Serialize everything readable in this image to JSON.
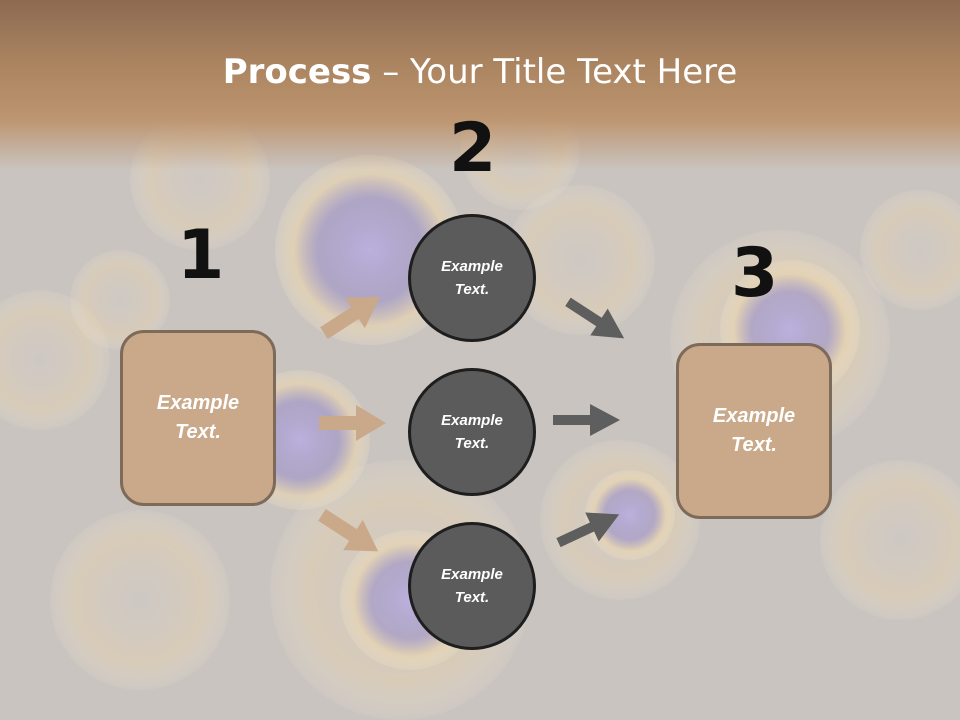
{
  "title": {
    "bold": "Process",
    "rest": " – Your Title Text Here"
  },
  "steps": [
    {
      "number": "1",
      "label": "Example Text."
    },
    {
      "number": "2"
    },
    {
      "number": "3",
      "label": "Example Text."
    }
  ],
  "circles": [
    {
      "label": "Example Text."
    },
    {
      "label": "Example Text."
    },
    {
      "label": "Example Text."
    }
  ],
  "colors": {
    "box_fill": "#c9a98a",
    "box_border": "#7d6a58",
    "circle_fill": "#5b5b5b",
    "left_arrow": "#c9a98a",
    "right_arrow": "#5e5e5e",
    "title_band": "#a9825f"
  }
}
